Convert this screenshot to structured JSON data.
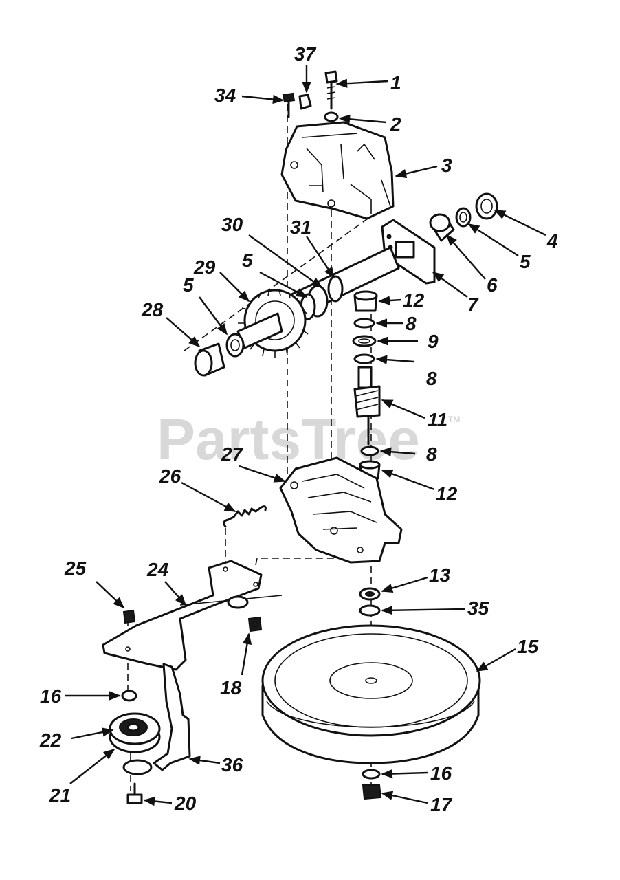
{
  "watermark": {
    "text": "PartsTree",
    "tm": "TM"
  },
  "callouts": [
    "37",
    "1",
    "34",
    "2",
    "3",
    "4",
    "5",
    "6",
    "7",
    "30",
    "31",
    "5",
    "29",
    "5",
    "28",
    "12",
    "8",
    "9",
    "8",
    "11",
    "8",
    "12",
    "27",
    "26",
    "25",
    "24",
    "13",
    "35",
    "15",
    "16",
    "18",
    "22",
    "21",
    "36",
    "20",
    "16",
    "17"
  ]
}
